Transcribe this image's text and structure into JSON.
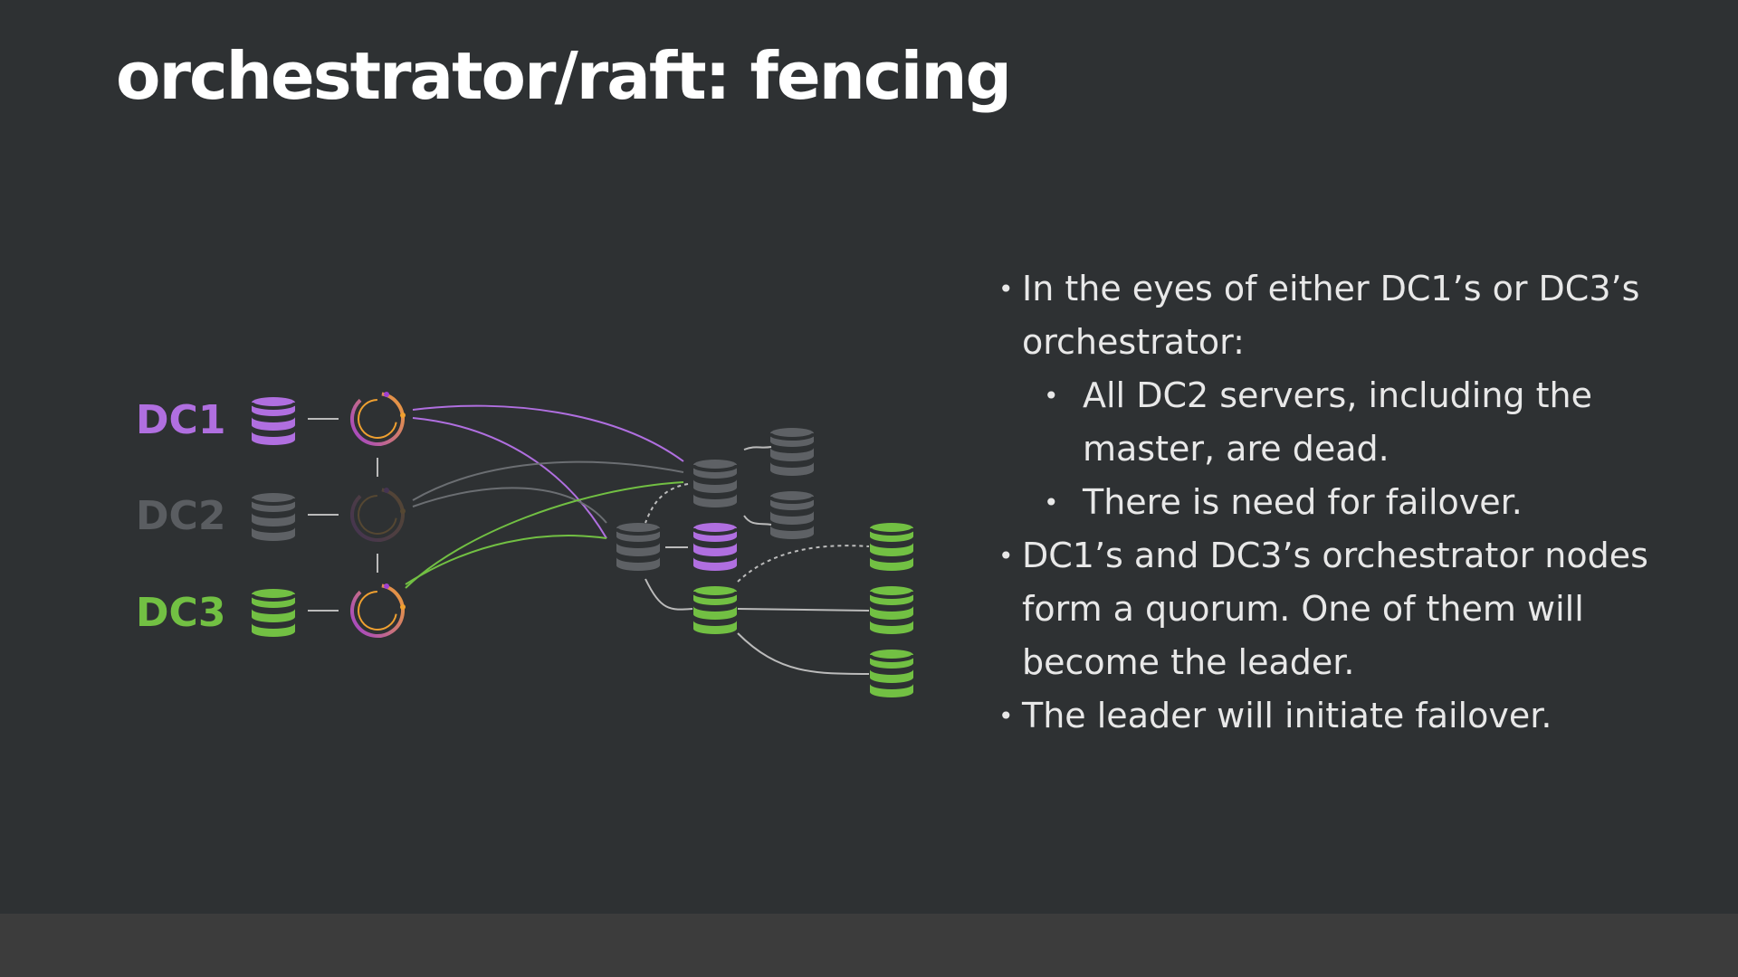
{
  "slide": {
    "title": "orchestrator/raft: fencing"
  },
  "diagram": {
    "datacenters": [
      {
        "label": "DC1",
        "color": "#b06fe0",
        "state": "alive"
      },
      {
        "label": "DC2",
        "color": "#5a5d61",
        "state": "down"
      },
      {
        "label": "DC3",
        "color": "#72c043",
        "state": "alive"
      }
    ],
    "colors": {
      "dc1": "#b06fe0",
      "dc2": "#5a5d61",
      "dc3": "#72c043",
      "gray_server": "#5e6165",
      "orchestrator_ring": "#f0a030",
      "link": "#aaaaaa"
    },
    "icons": {
      "server": "database-stack-icon",
      "orchestrator": "orchestrator-ring-icon"
    }
  },
  "bullets": [
    {
      "text": "In the eyes of either DC1’s or DC3’s orchestrator:",
      "sub": [
        "All DC2 servers, including the master, are dead.",
        "There is need for failover."
      ]
    },
    {
      "text": "DC1’s and DC3’s orchestrator nodes form a quorum. One of them will become the leader.",
      "sub": []
    },
    {
      "text": "The leader will initiate failover.",
      "sub": []
    }
  ]
}
